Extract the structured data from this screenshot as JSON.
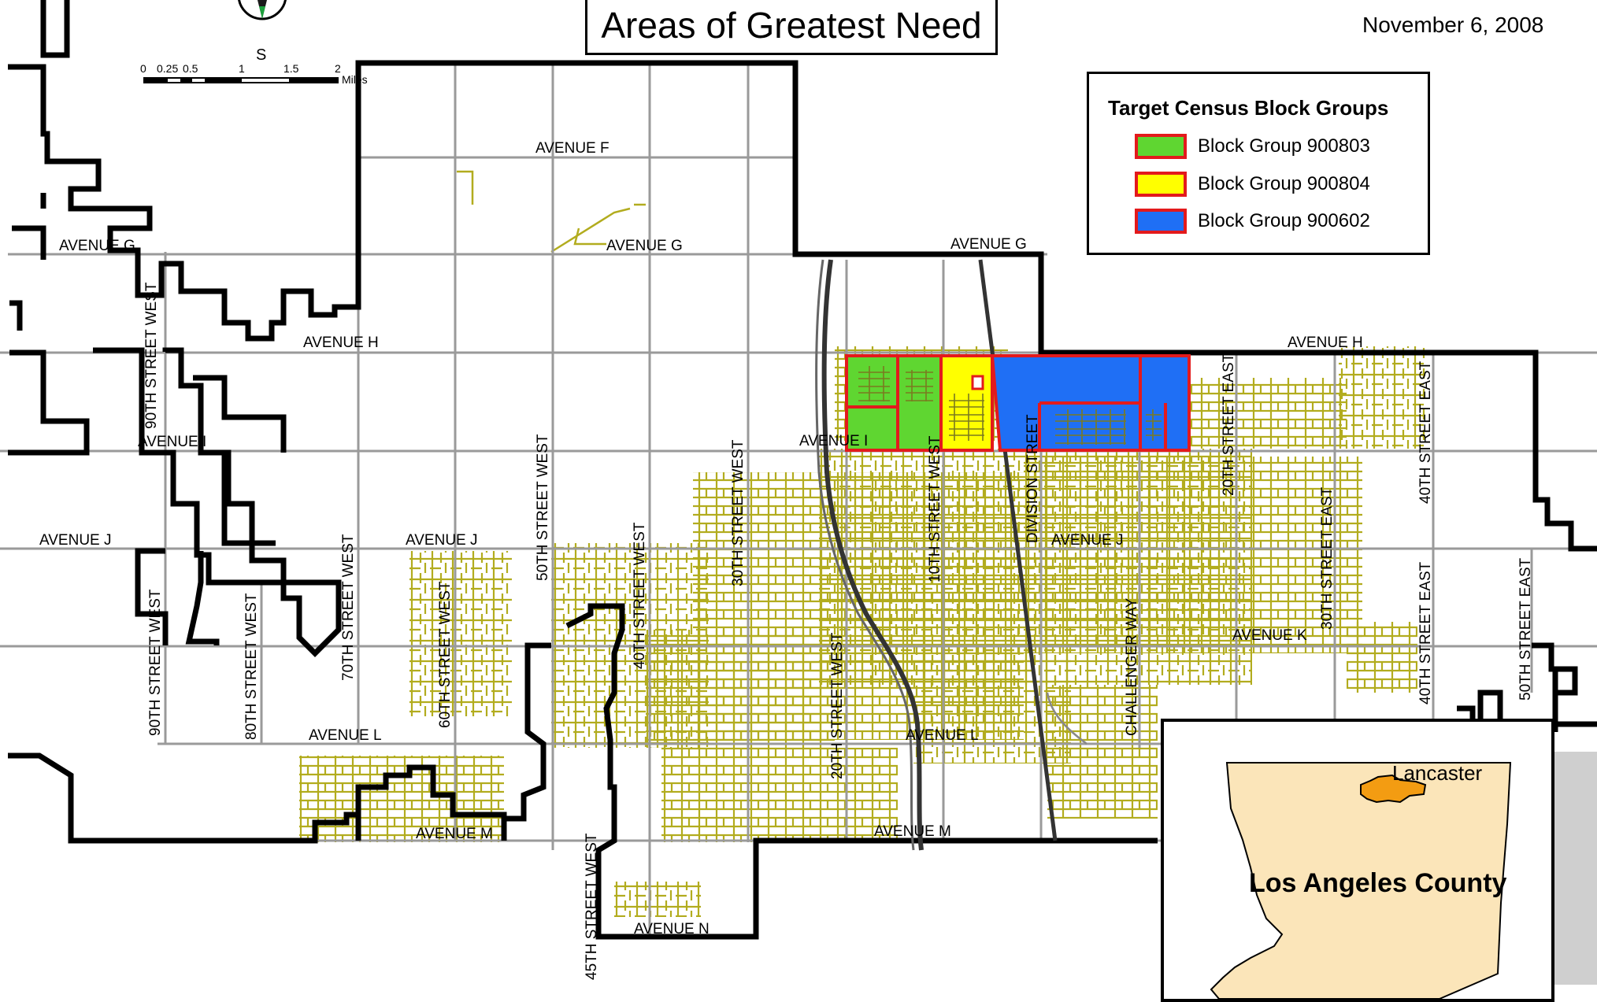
{
  "title": "Areas of Greatest Need",
  "date": "November 6, 2008",
  "north_arrow": {
    "letter": "S"
  },
  "scale_bar": {
    "ticks": [
      "0",
      "0.25",
      "0.5",
      "1",
      "1.5",
      "2"
    ],
    "unit": "Miles"
  },
  "legend": {
    "title": "Target Census Block Groups",
    "items": [
      {
        "label": "Block Group 900803",
        "color": "#5fd631"
      },
      {
        "label": "Block Group 900804",
        "color": "#ffff00"
      },
      {
        "label": "Block Group 900602",
        "color": "#1f6ff5"
      }
    ],
    "border_color": "#e31a1c"
  },
  "colors": {
    "streets": "#b2ac1e",
    "arterials": "#999999",
    "boundary": "#000000",
    "inset_county": "#fbe5b9",
    "inset_city": "#f39c12"
  },
  "roads": {
    "avenue_f": "AVENUE F",
    "avenue_g_west": "AVENUE G",
    "avenue_g_mid": "AVENUE G",
    "avenue_g_east": "AVENUE G",
    "avenue_h_west": "AVENUE H",
    "avenue_h_east": "AVENUE H",
    "avenue_i_west": "AVENUE I",
    "avenue_i_mid": "AVENUE I",
    "avenue_j_west": "AVENUE J",
    "avenue_j_mid": "AVENUE J",
    "avenue_j_east": "AVENUE J",
    "avenue_k": "AVENUE K",
    "avenue_l_west": "AVENUE L",
    "avenue_l_mid": "AVENUE L",
    "avenue_m_west": "AVENUE M",
    "avenue_m_mid": "AVENUE M",
    "avenue_n": "AVENUE N",
    "st_90w_a": "90TH STREET WEST",
    "st_90w_b": "90TH STREET WEST",
    "st_80w": "80TH STREET WEST",
    "st_70w": "70TH STREET WEST",
    "st_60w": "60TH STREET WEST",
    "st_50w": "50TH STREET WEST",
    "st_45w": "45TH STREET WEST",
    "st_40w": "40TH STREET WEST",
    "st_30w": "30TH STREET WEST",
    "st_20w": "20TH STREET WEST",
    "st_10w": "10TH STREET WEST",
    "division": "DIVISION STREET",
    "challenger": "CHALLENGER WAY",
    "st_20e": "20TH STREET EAST",
    "st_30e": "30TH STREET EAST",
    "st_40e_a": "40TH STREET EAST",
    "st_40e_b": "40TH STREET EAST",
    "st_50e": "50TH STREET EAST"
  },
  "inset": {
    "city_label": "Lancaster",
    "county_label": "Los Angeles County"
  }
}
